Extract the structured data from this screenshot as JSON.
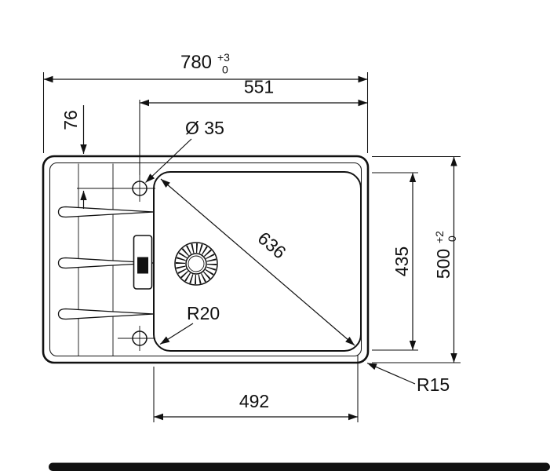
{
  "drawing": {
    "subject": "sink-top-view-dimension-drawing",
    "line_color": "#111111",
    "background_color": "#ffffff",
    "dimensions": {
      "overall_width": {
        "value": "780",
        "tol_plus": "+3",
        "tol_minus": "0"
      },
      "tap_center_to_right_edge": "551",
      "tap_center_from_top_edge": "76",
      "tap_hole_diameter": "Ø 35",
      "bowl_diagonal": "636",
      "bowl_length": "435",
      "overall_depth": {
        "value": "500",
        "tol_plus": "+2",
        "tol_minus": "0"
      },
      "bowl_corner_radius": "R20",
      "outer_corner_radius": "R15",
      "bowl_width_bottom": "492"
    }
  }
}
